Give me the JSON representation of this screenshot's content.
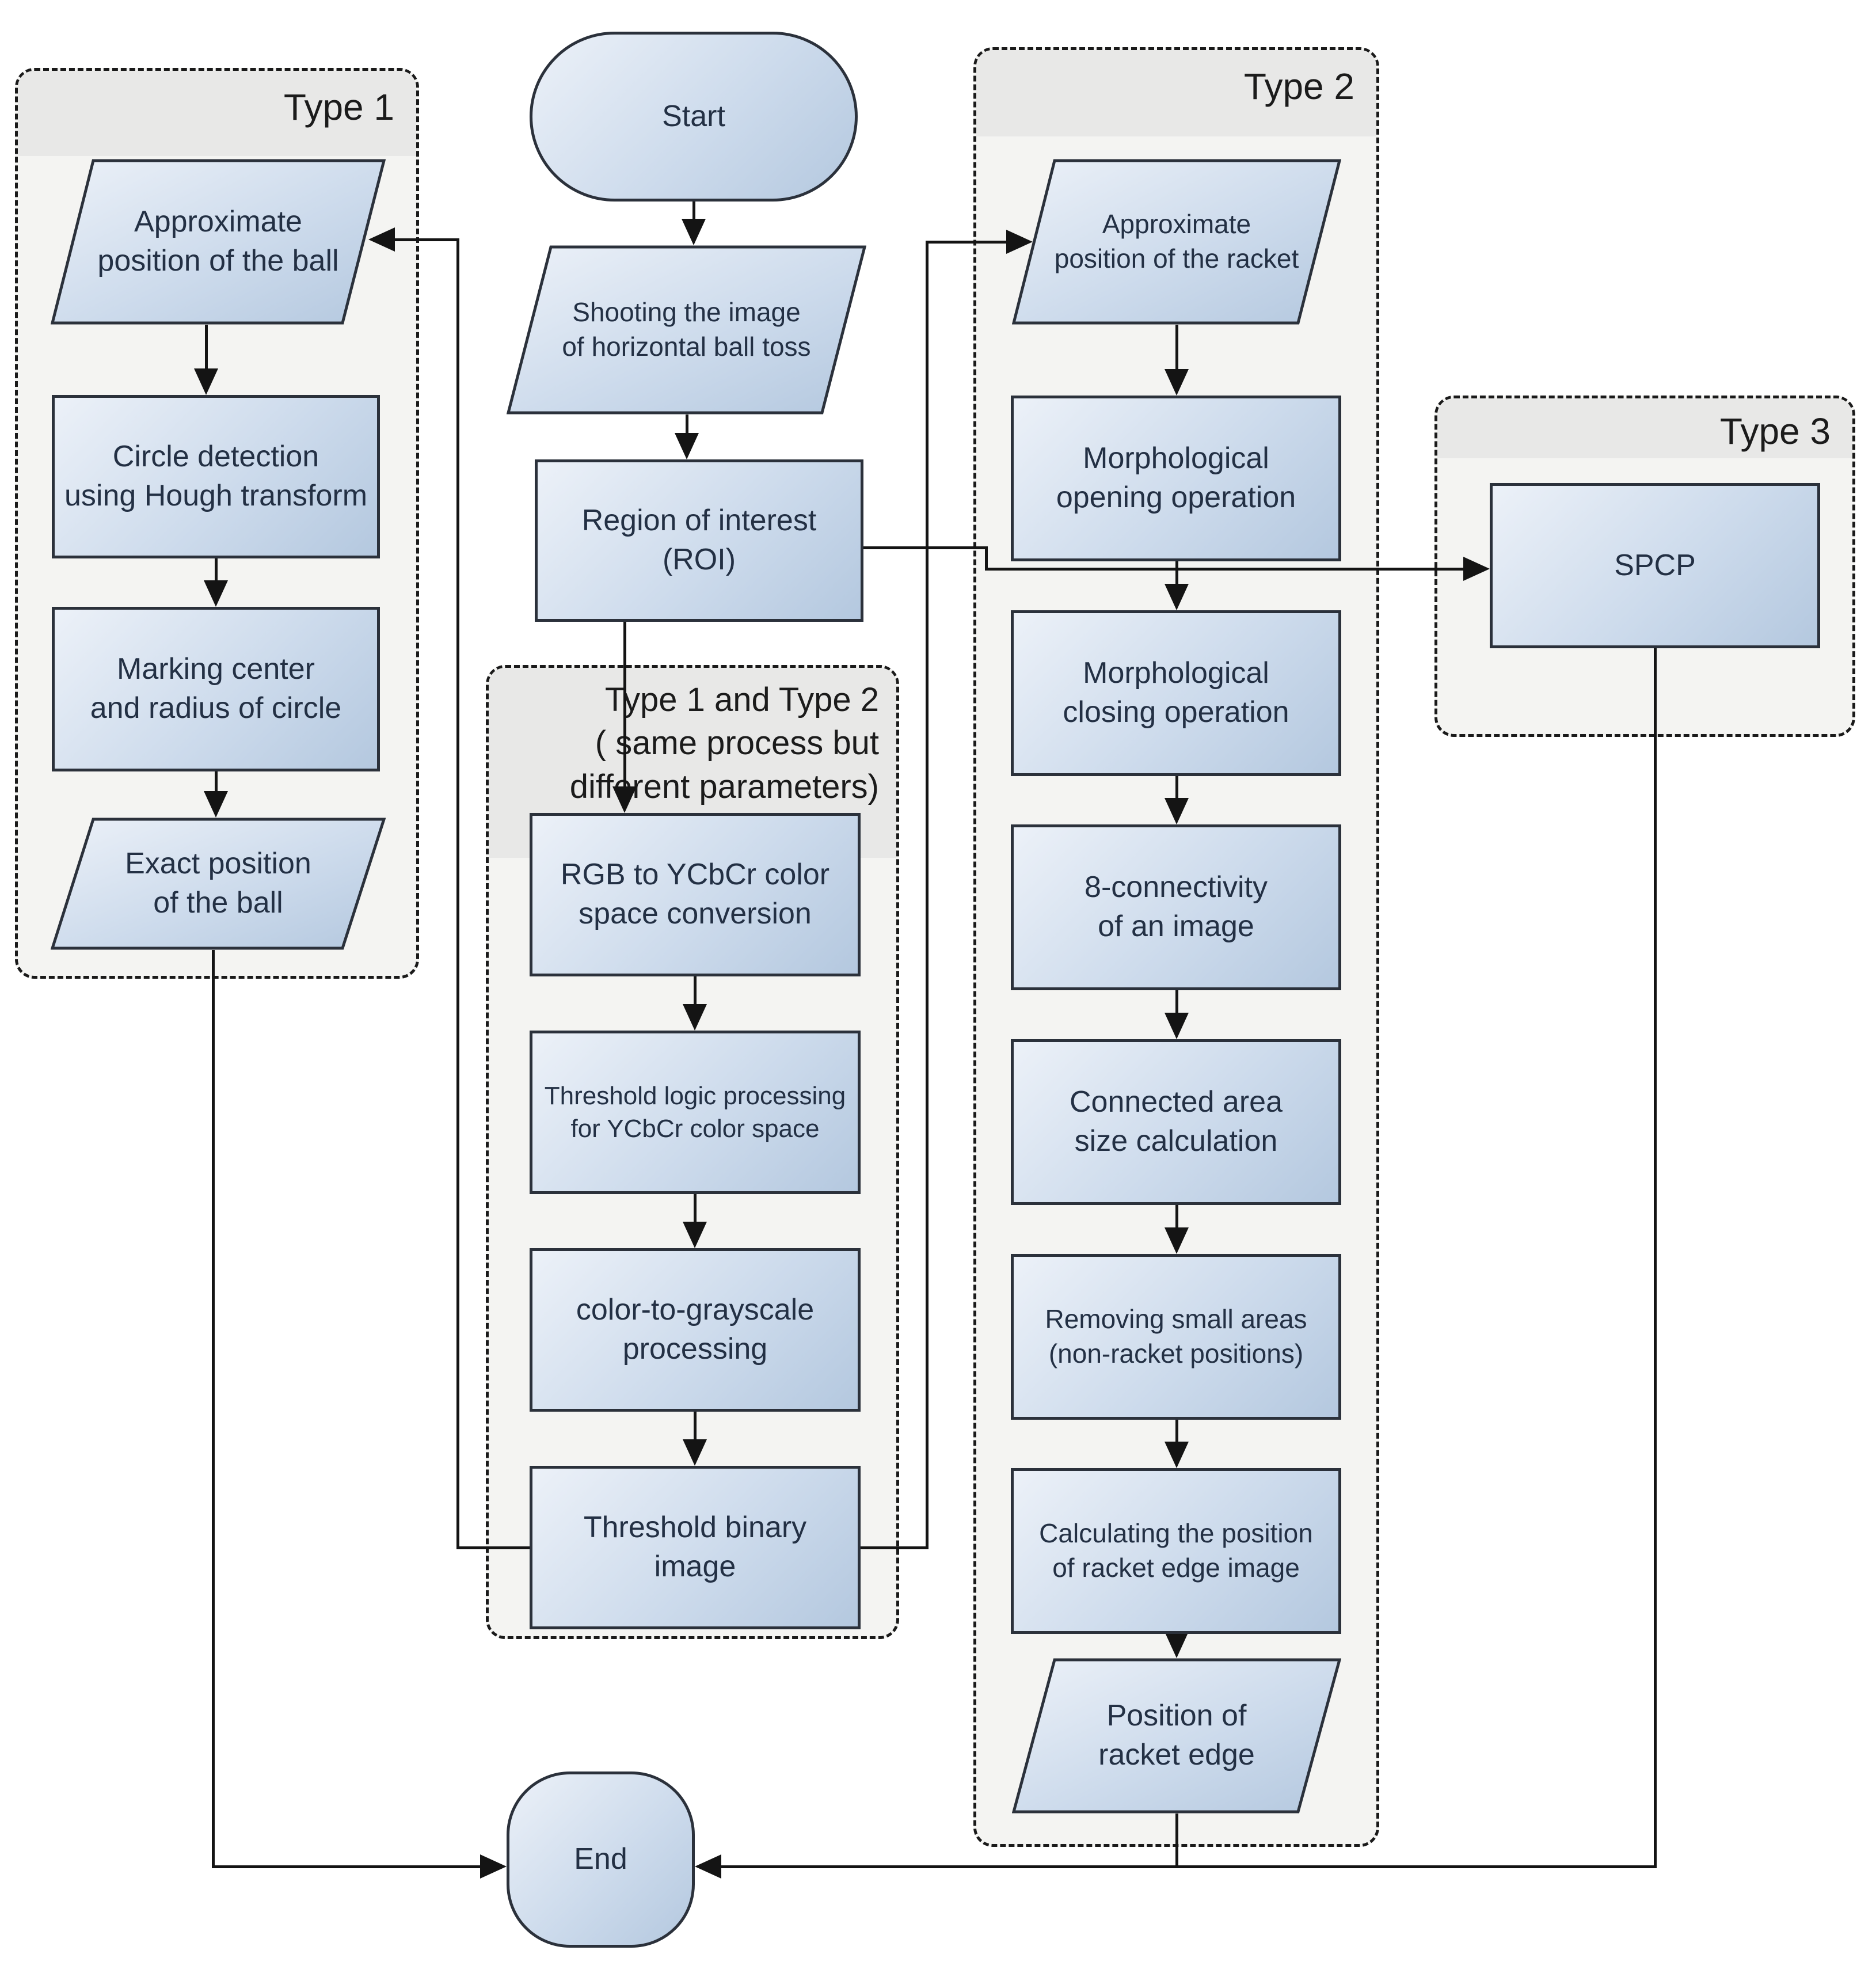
{
  "colors": {
    "node_fill_light": "#ecf1f8",
    "node_fill_dark": "#b4c8df",
    "node_border": "#2b313b",
    "connector": "#141414",
    "group_fill": "#f4f4f2",
    "group_header": "#e8e8e7",
    "group_border": "#1a1a1a",
    "text": "#233044"
  },
  "groups": {
    "type1": {
      "label": "Type 1"
    },
    "type1_and_type2": {
      "label": "Type 1 and Type 2\n( same process but\ndifferent parameters)"
    },
    "type2": {
      "label": "Type 2"
    },
    "type3": {
      "label": "Type 3"
    }
  },
  "nodes": {
    "start": {
      "shape": "terminator",
      "label": "Start"
    },
    "shooting": {
      "shape": "io",
      "label": "Shooting the image\nof horizontal ball toss"
    },
    "roi": {
      "shape": "process",
      "label": "Region of interest\n(ROI)"
    },
    "approx_ball": {
      "shape": "io",
      "label": "Approximate\nposition of the ball"
    },
    "circle_detection": {
      "shape": "process",
      "label": "Circle detection\nusing Hough transform"
    },
    "marking_center": {
      "shape": "process",
      "label": "Marking center\nand radius of circle"
    },
    "exact_ball": {
      "shape": "io",
      "label": "Exact position\nof the ball"
    },
    "rgb_ycbcr": {
      "shape": "process",
      "label": "RGB to YCbCr color\nspace conversion"
    },
    "threshold_logic": {
      "shape": "process",
      "label": "Threshold logic processing\nfor YCbCr color space"
    },
    "grayscale": {
      "shape": "process",
      "label": "color-to-grayscale\nprocessing"
    },
    "threshold_binary": {
      "shape": "process",
      "label": "Threshold binary\nimage"
    },
    "approx_racket": {
      "shape": "io",
      "label": "Approximate\nposition of the racket"
    },
    "morph_open": {
      "shape": "process",
      "label": "Morphological\nopening operation"
    },
    "morph_close": {
      "shape": "process",
      "label": "Morphological\nclosing operation"
    },
    "connectivity8": {
      "shape": "process",
      "label": "8-connectivity\nof an image"
    },
    "connected_area": {
      "shape": "process",
      "label": "Connected area\nsize calculation"
    },
    "removing_small": {
      "shape": "process",
      "label": "Removing small areas\n(non-racket positions)"
    },
    "calc_racket_edge": {
      "shape": "process",
      "label": "Calculating the position\nof racket edge image"
    },
    "position_racket_edge": {
      "shape": "io",
      "label": "Position of\nracket edge"
    },
    "spcp": {
      "shape": "process",
      "label": "SPCP"
    },
    "end": {
      "shape": "terminator",
      "label": "End"
    }
  }
}
